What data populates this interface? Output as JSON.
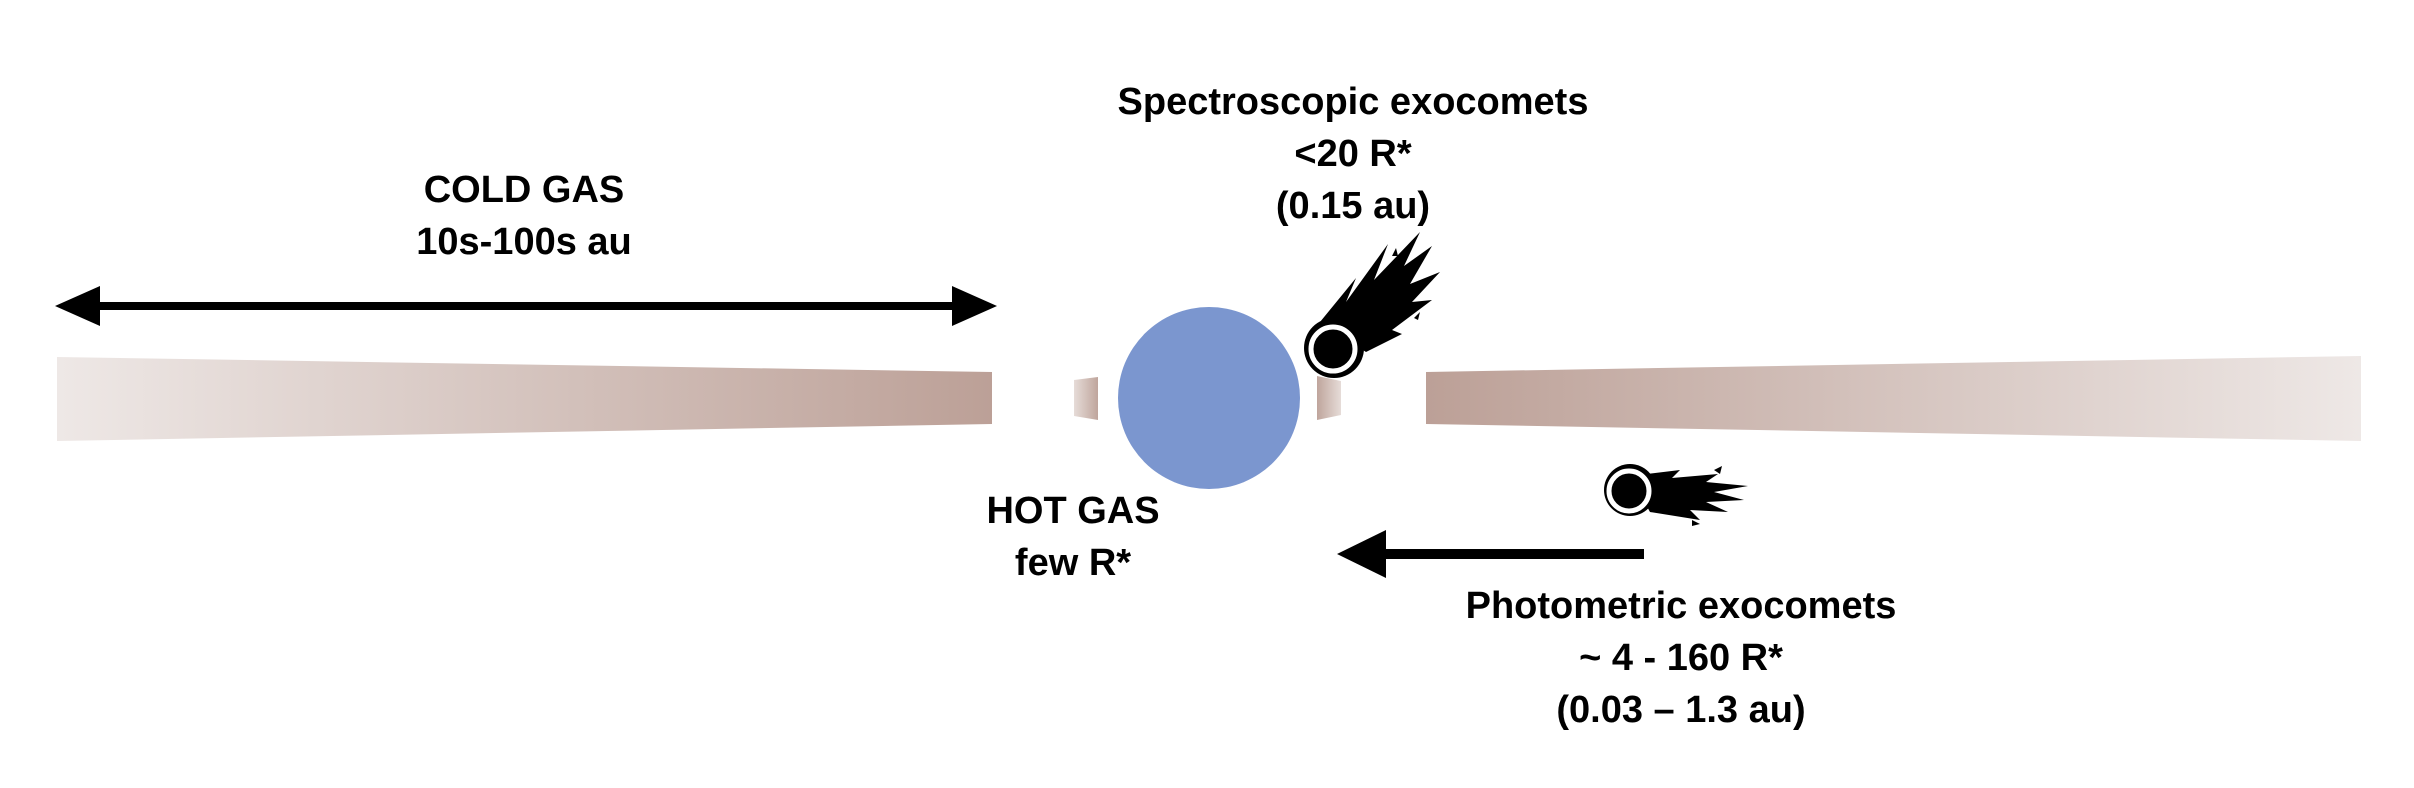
{
  "labels": {
    "cold_gas": {
      "line1": "COLD GAS",
      "line2": "10s-100s au"
    },
    "spectroscopic": {
      "line1": "Spectroscopic exocomets",
      "line2": "<20 R*",
      "line3": "(0.15 au)"
    },
    "hot_gas": {
      "line1": "HOT GAS",
      "line2": "few R*"
    },
    "photometric": {
      "line1": "Photometric exocomets",
      "line2": "~ 4 - 160 R*",
      "line3": "(0.03 – 1.3 au)"
    }
  },
  "colors": {
    "star": "#7b96cf",
    "disk_inner": "#bca097",
    "disk_outer": "#eee8e6",
    "arrow": "#000000",
    "comet": "#000000"
  },
  "icons": {
    "star": "star-circle",
    "comet_spectroscopic": "comet-icon",
    "comet_photometric": "comet-icon"
  }
}
